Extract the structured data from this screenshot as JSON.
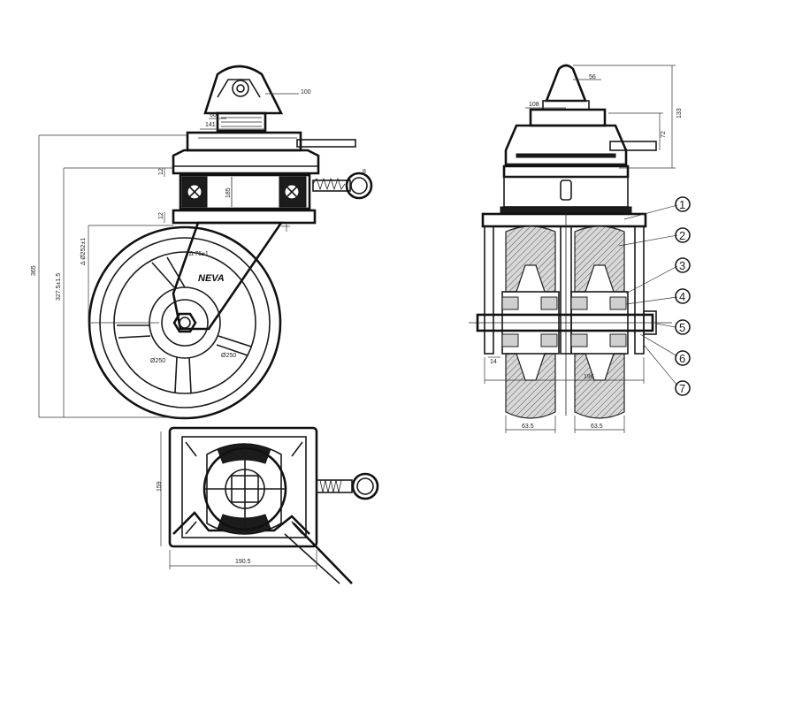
{
  "side_view": {
    "brand": "NEVA",
    "dims": {
      "top_width": "100",
      "pin": "60",
      "plate": "141",
      "overall_height": "365",
      "axle_height": "327.5±1.5",
      "wheel_dia": "Δ Ø252±1",
      "plate_thk_top": "12",
      "plate_thk_bottom": "12",
      "housing": "185",
      "offset": "Δ 76±1",
      "wheel_dia_small": "Ø250",
      "spring": "8"
    }
  },
  "bottom_view": {
    "dims": {
      "height": "159",
      "width": "190.5"
    }
  },
  "front_view": {
    "dims": {
      "top": "56",
      "cap": "108",
      "height_133": "133",
      "height_72": "72",
      "spacer": "14",
      "track": "196",
      "tread_left": "63.5",
      "tread_right": "63.5"
    },
    "balloons": [
      "1",
      "2",
      "3",
      "4",
      "5",
      "6",
      "7"
    ]
  }
}
